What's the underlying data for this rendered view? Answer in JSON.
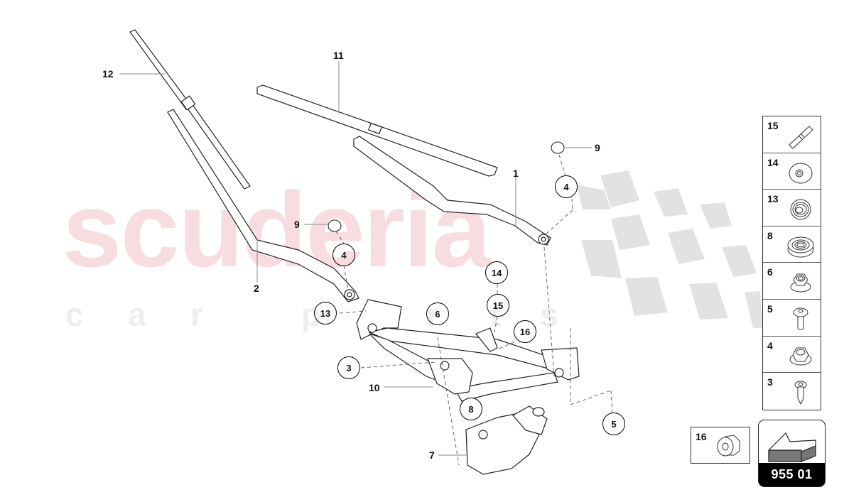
{
  "watermark": {
    "brand": "scuderia",
    "tagline_letters": [
      "c",
      "a",
      "r",
      "p",
      "a",
      "r",
      "t",
      "s"
    ],
    "brand_color": "#f8dde0",
    "tagline_color": "#eeeeee"
  },
  "diagram": {
    "title_code": "955 01",
    "callouts": [
      {
        "id": "c4a",
        "label": "4"
      },
      {
        "id": "c4b",
        "label": "4"
      },
      {
        "id": "c13",
        "label": "13"
      },
      {
        "id": "c14",
        "label": "14"
      },
      {
        "id": "c15",
        "label": "15"
      },
      {
        "id": "c6",
        "label": "6"
      },
      {
        "id": "c16",
        "label": "16"
      },
      {
        "id": "c3",
        "label": "3"
      },
      {
        "id": "c8",
        "label": "8"
      },
      {
        "id": "c5",
        "label": "5"
      }
    ],
    "plain_labels": [
      {
        "id": "l12",
        "label": "12"
      },
      {
        "id": "l11",
        "label": "11"
      },
      {
        "id": "l1",
        "label": "1"
      },
      {
        "id": "l9a",
        "label": "9"
      },
      {
        "id": "l9b",
        "label": "9"
      },
      {
        "id": "l2",
        "label": "2"
      },
      {
        "id": "l10",
        "label": "10"
      },
      {
        "id": "l7",
        "label": "7"
      }
    ],
    "parts": [
      {
        "number": "1",
        "icon": "wiper-arm-right-icon"
      },
      {
        "number": "2",
        "icon": "wiper-arm-left-icon"
      },
      {
        "number": "3",
        "icon": "screw-icon"
      },
      {
        "number": "4",
        "icon": "hex-flange-nut-icon"
      },
      {
        "number": "5",
        "icon": "bolt-icon"
      },
      {
        "number": "6",
        "icon": "hex-nut-icon"
      },
      {
        "number": "7",
        "icon": "wiper-motor-icon"
      },
      {
        "number": "8",
        "icon": "bushing-icon"
      },
      {
        "number": "9",
        "icon": "cap-icon"
      },
      {
        "number": "10",
        "icon": "linkage-frame-icon"
      },
      {
        "number": "11",
        "icon": "wiper-blade-right-icon"
      },
      {
        "number": "12",
        "icon": "wiper-blade-left-icon"
      },
      {
        "number": "13",
        "icon": "grommet-icon"
      },
      {
        "number": "14",
        "icon": "washer-icon"
      },
      {
        "number": "15",
        "icon": "pin-icon"
      },
      {
        "number": "16",
        "icon": "cap-nut-icon"
      }
    ]
  },
  "legend": {
    "items": [
      {
        "number": "15",
        "icon": "pin-icon"
      },
      {
        "number": "14",
        "icon": "washer-icon"
      },
      {
        "number": "13",
        "icon": "grommet-icon"
      },
      {
        "number": "8",
        "icon": "bushing-icon"
      },
      {
        "number": "6",
        "icon": "hex-nut-icon"
      },
      {
        "number": "5",
        "icon": "bolt-icon"
      },
      {
        "number": "4",
        "icon": "hex-flange-nut-icon"
      },
      {
        "number": "3",
        "icon": "screw-icon"
      }
    ],
    "extra_item": {
      "number": "16",
      "icon": "cap-nut-icon"
    }
  },
  "badge": {
    "code": "955 01",
    "icon": "direction-arrow-icon"
  }
}
